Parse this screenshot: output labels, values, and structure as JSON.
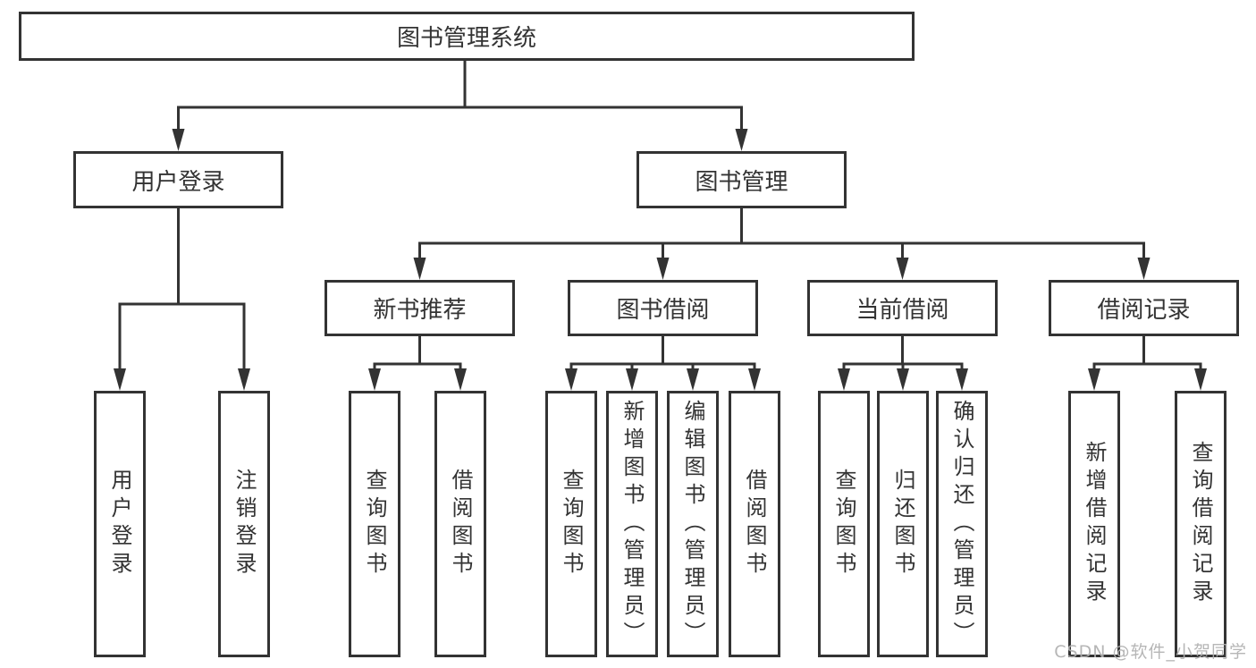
{
  "colors": {
    "line": "#333333",
    "text": "#333333",
    "background": "#ffffff",
    "watermark": "#b0b0b0"
  },
  "watermark": "CSDN @软件_小贺同学",
  "tree": {
    "label": "图书管理系统",
    "children": [
      {
        "label": "用户登录",
        "children": [
          {
            "label": "用户登录"
          },
          {
            "label": "注销登录"
          }
        ]
      },
      {
        "label": "图书管理",
        "children": [
          {
            "label": "新书推荐",
            "children": [
              {
                "label": "查询图书"
              },
              {
                "label": "借阅图书"
              }
            ]
          },
          {
            "label": "图书借阅",
            "children": [
              {
                "label": "查询图书"
              },
              {
                "label": "新增图书（管理员）"
              },
              {
                "label": "编辑图书（管理员）"
              },
              {
                "label": "借阅图书"
              }
            ]
          },
          {
            "label": "当前借阅",
            "children": [
              {
                "label": "查询图书"
              },
              {
                "label": "归还图书"
              },
              {
                "label": "确认归还（管理员）"
              }
            ]
          },
          {
            "label": "借阅记录",
            "children": [
              {
                "label": "新增借阅记录"
              },
              {
                "label": "查询借阅记录"
              }
            ]
          }
        ]
      }
    ]
  }
}
